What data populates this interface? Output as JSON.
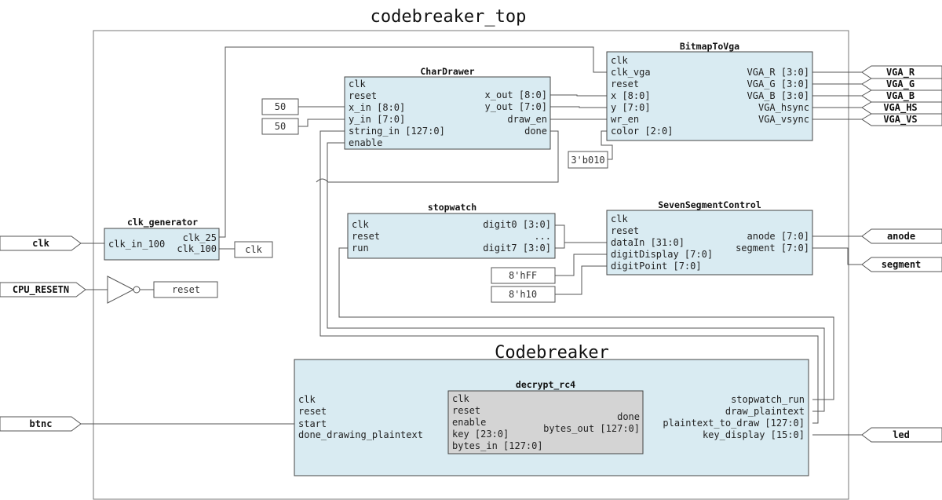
{
  "top_title": "codebreaker_top",
  "inner_title": "Codebreaker",
  "inputs": {
    "clk": "clk",
    "cpu_resetn": "CPU_RESETN",
    "btnc": "btnc"
  },
  "outputs": {
    "vga_r": "VGA_R",
    "vga_g": "VGA_G",
    "vga_b": "VGA_B",
    "vga_hs": "VGA_HS",
    "vga_vs": "VGA_VS",
    "anode": "anode",
    "segment": "segment",
    "led": "led"
  },
  "signals": {
    "clk": "clk",
    "reset": "reset"
  },
  "constants": {
    "x_in": "50",
    "y_in": "50",
    "color": "3'b010",
    "digit_display": "8'hFF",
    "digit_point": "8'h10"
  },
  "modules": {
    "clk_generator": {
      "title": "clk_generator",
      "in": "clk_in_100",
      "out1": "clk_25",
      "out2": "clk_100"
    },
    "char_drawer": {
      "title": "CharDrawer",
      "in": [
        "clk",
        "reset",
        "x_in [8:0]",
        "y_in [7:0]",
        "string_in [127:0]",
        "enable"
      ],
      "out": [
        "x_out [8:0]",
        "y_out [7:0]",
        "draw_en",
        "done"
      ]
    },
    "bitmap_to_vga": {
      "title": "BitmapToVga",
      "in": [
        "clk",
        "clk_vga",
        "reset",
        "x [8:0]",
        "y [7:0]",
        "wr_en",
        "color [2:0]"
      ],
      "out": [
        "VGA_R [3:0]",
        "VGA_G [3:0]",
        "VGA_B [3:0]",
        "VGA_hsync",
        "VGA_vsync"
      ]
    },
    "stopwatch": {
      "title": "stopwatch",
      "in": [
        "clk",
        "reset",
        "run"
      ],
      "out": [
        "digit0 [3:0]",
        "...",
        "digit7 [3:0]"
      ]
    },
    "seven_segment_control": {
      "title": "SevenSegmentControl",
      "in": [
        "clk",
        "reset",
        "dataIn [31:0]",
        "digitDisplay [7:0]",
        "digitPoint [7:0]"
      ],
      "out": [
        "anode [7:0]",
        "segment [7:0]"
      ]
    },
    "codebreaker": {
      "in": [
        "clk",
        "reset",
        "start",
        "done_drawing_plaintext"
      ],
      "out": [
        "stopwatch_run",
        "draw_plaintext",
        "plaintext_to_draw [127:0]",
        "key_display [15:0]"
      ]
    },
    "decrypt_rc4": {
      "title": "decrypt_rc4",
      "in": [
        "clk",
        "reset",
        "enable",
        "key [23:0]",
        "bytes_in [127:0]"
      ],
      "out": [
        "done",
        "bytes_out [127:0]"
      ]
    }
  }
}
